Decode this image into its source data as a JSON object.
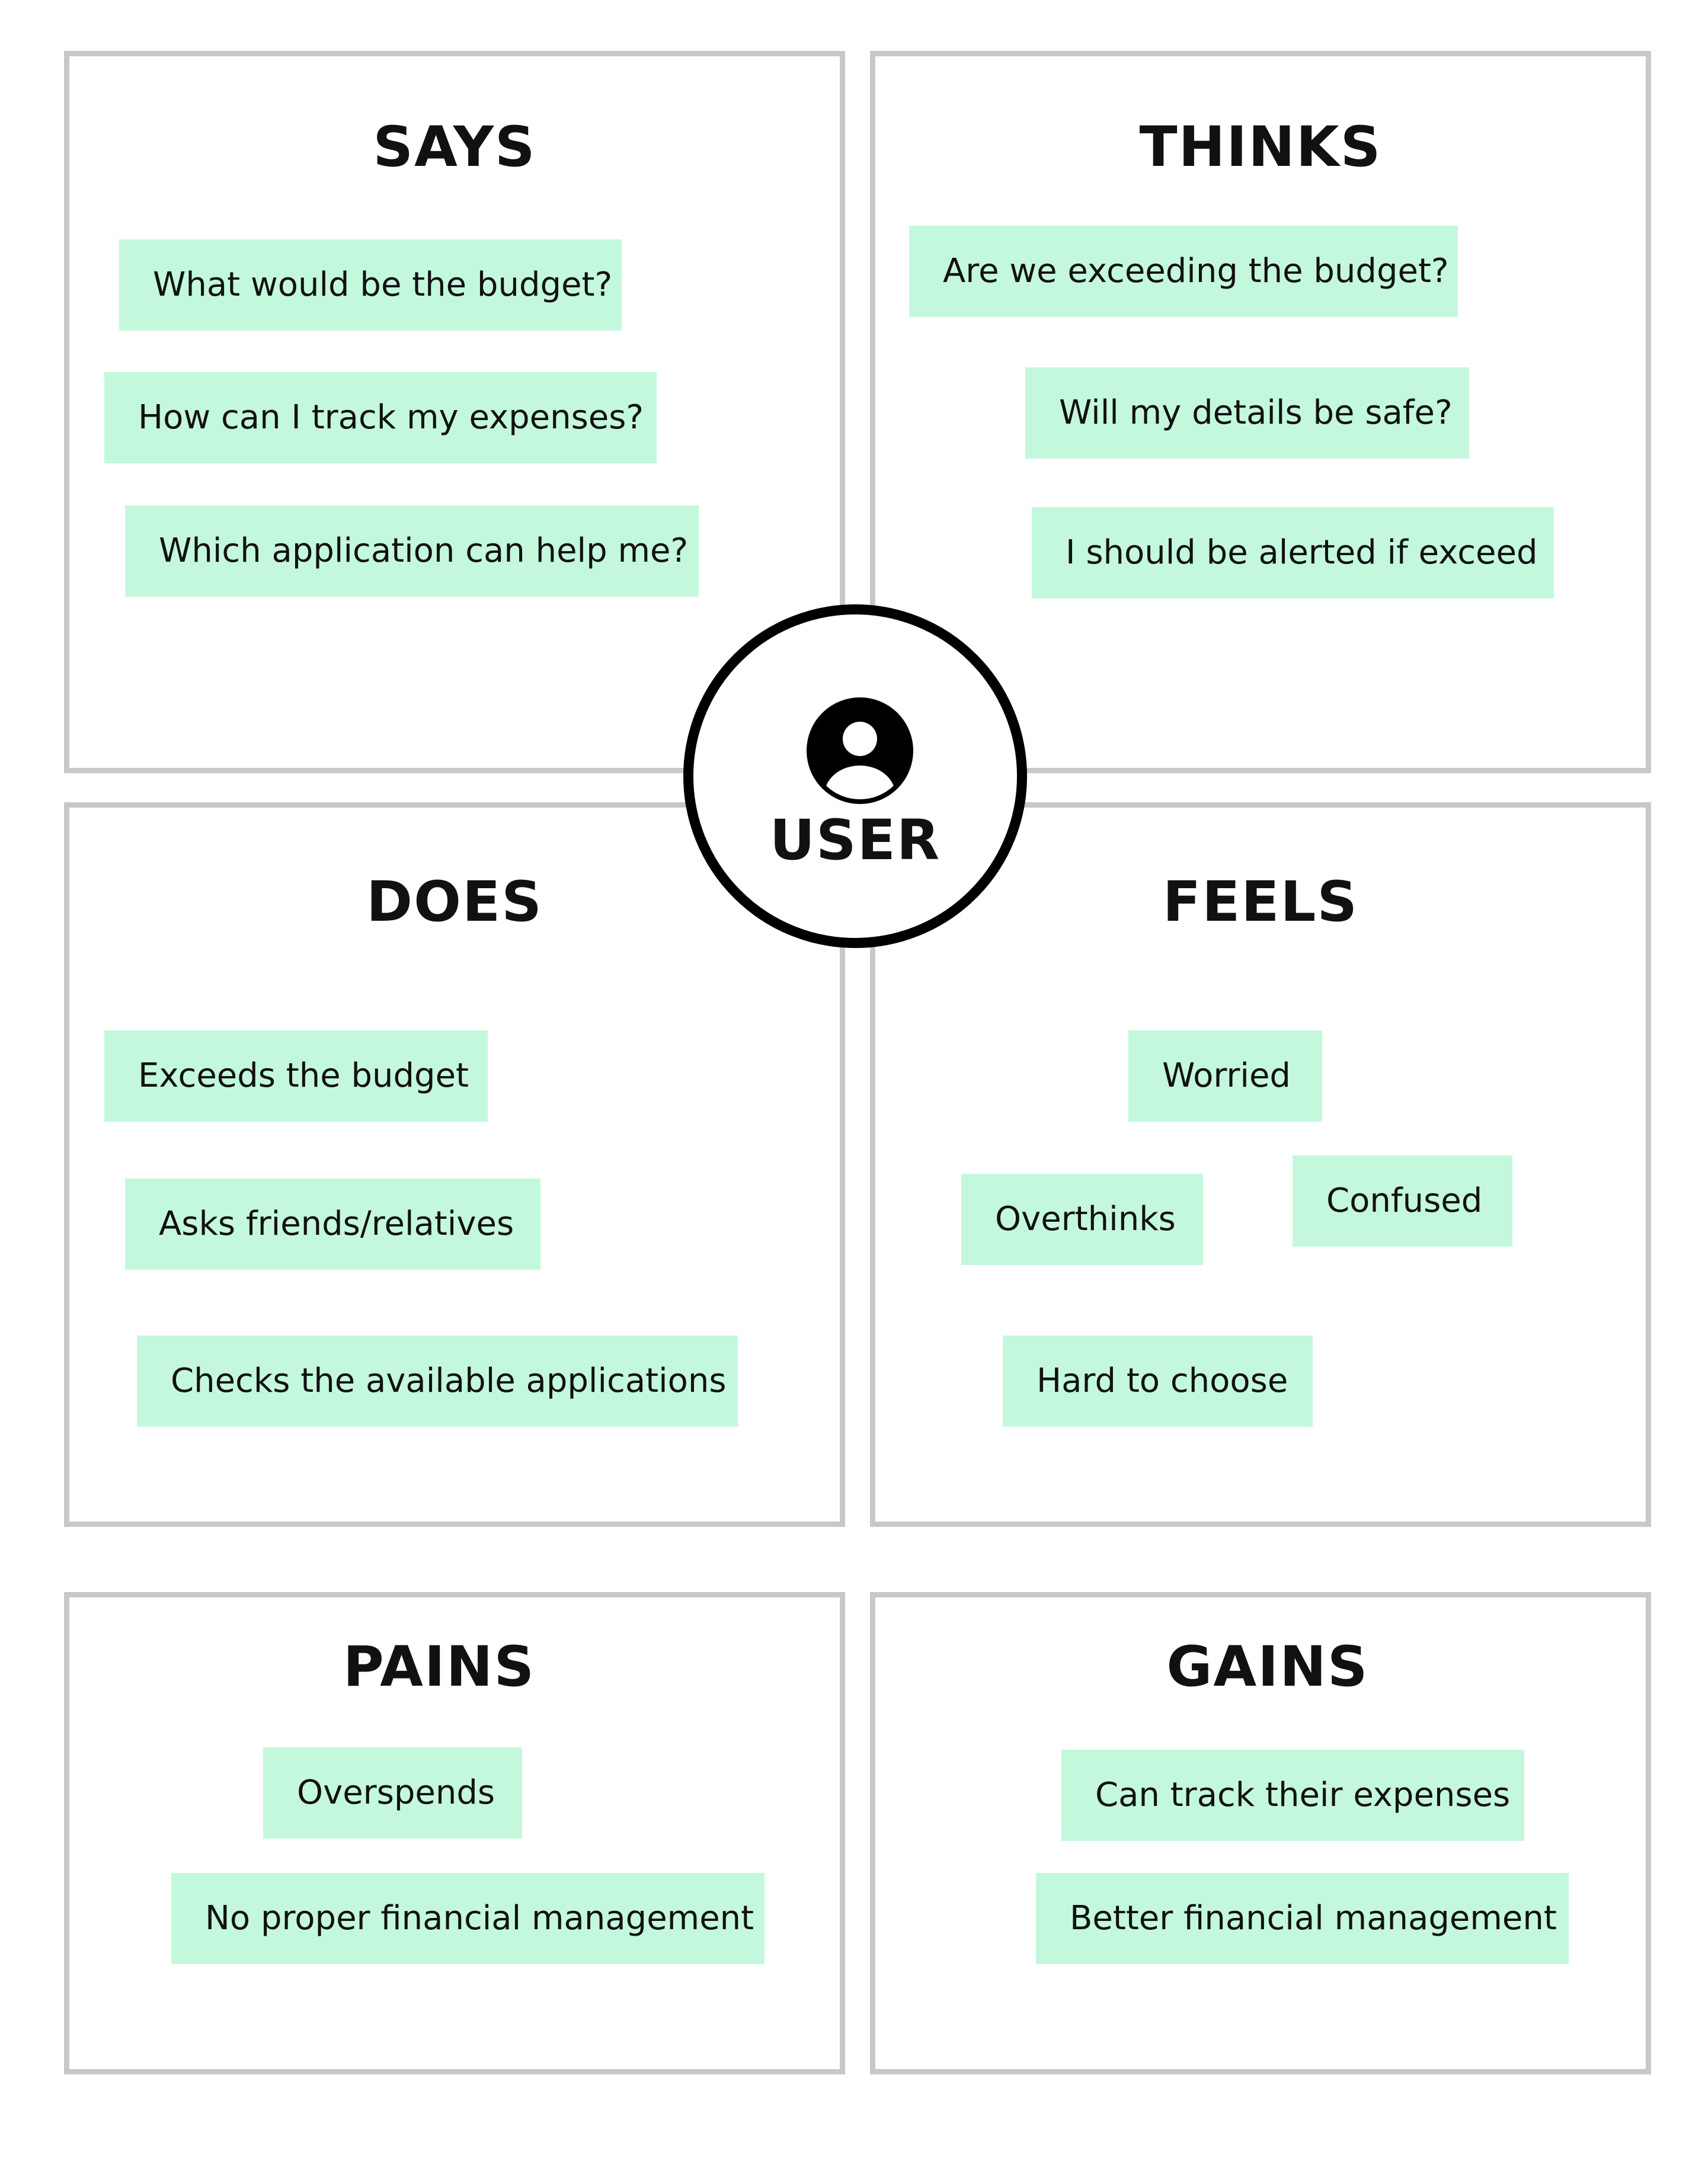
{
  "center": {
    "label": "USER",
    "icon": "user-avatar-icon"
  },
  "colors": {
    "note_fill": "#c4f8dc",
    "border": "#c8c8c8",
    "circle_stroke": "#000000",
    "text": "#111111"
  },
  "quadrants": {
    "says": {
      "title": "SAYS",
      "notes": [
        "What would be the budget?",
        "How can I track my expenses?",
        "Which application can help me?"
      ]
    },
    "thinks": {
      "title": "THINKS",
      "notes": [
        "Are we exceeding the budget?",
        "Will my details be safe?",
        "I should be alerted if exceed"
      ]
    },
    "does": {
      "title": "DOES",
      "notes": [
        "Exceeds the budget",
        "Asks friends/relatives",
        "Checks the available applications"
      ]
    },
    "feels": {
      "title": "FEELS",
      "notes": [
        "Worried",
        "Overthinks",
        "Confused",
        "Hard to choose"
      ]
    },
    "pains": {
      "title": "PAINS",
      "notes": [
        "Overspends",
        "No proper financial management"
      ]
    },
    "gains": {
      "title": "GAINS",
      "notes": [
        "Can track their expenses",
        "Better financial management"
      ]
    }
  }
}
